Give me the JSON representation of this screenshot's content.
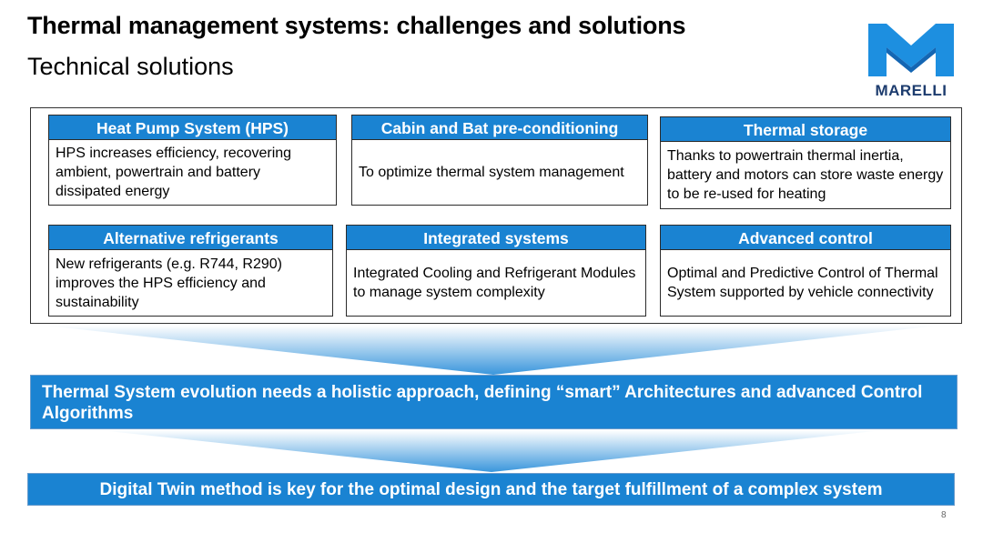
{
  "header": {
    "title": "Thermal management systems: challenges and solutions",
    "subtitle": "Technical solutions"
  },
  "logo": {
    "text": "MARELLI",
    "icon": "marelli-m-logo",
    "color": "#1d3c6e"
  },
  "cards": [
    {
      "title": "Heat Pump System (HPS)",
      "body": "HPS increases efficiency, recovering ambient, powertrain and battery dissipated energy"
    },
    {
      "title": "Cabin and Bat  pre-conditioning",
      "body": "To optimize thermal system management"
    },
    {
      "title": "Thermal storage",
      "body": "Thanks to powertrain thermal inertia, battery and motors can store waste energy to be re-used for heating"
    },
    {
      "title": "Alternative refrigerants",
      "body": "New refrigerants (e.g. R744, R290) improves the HPS efficiency and sustainability"
    },
    {
      "title": "Integrated systems",
      "body": "Integrated Cooling and Refrigerant Modules to manage system complexity"
    },
    {
      "title": "Advanced control",
      "body": "Optimal and Predictive Control of Thermal System supported by vehicle connectivity"
    }
  ],
  "banners": {
    "evolution": "Thermal System evolution needs a holistic approach, defining “smart” Architectures and advanced Control Algorithms",
    "digital_twin": "Digital Twin method is key for the optimal design and the target fulfillment of a complex system"
  },
  "page_number": "8",
  "colors": {
    "accent": "#1a83d2",
    "brand": "#1d3c6e"
  }
}
